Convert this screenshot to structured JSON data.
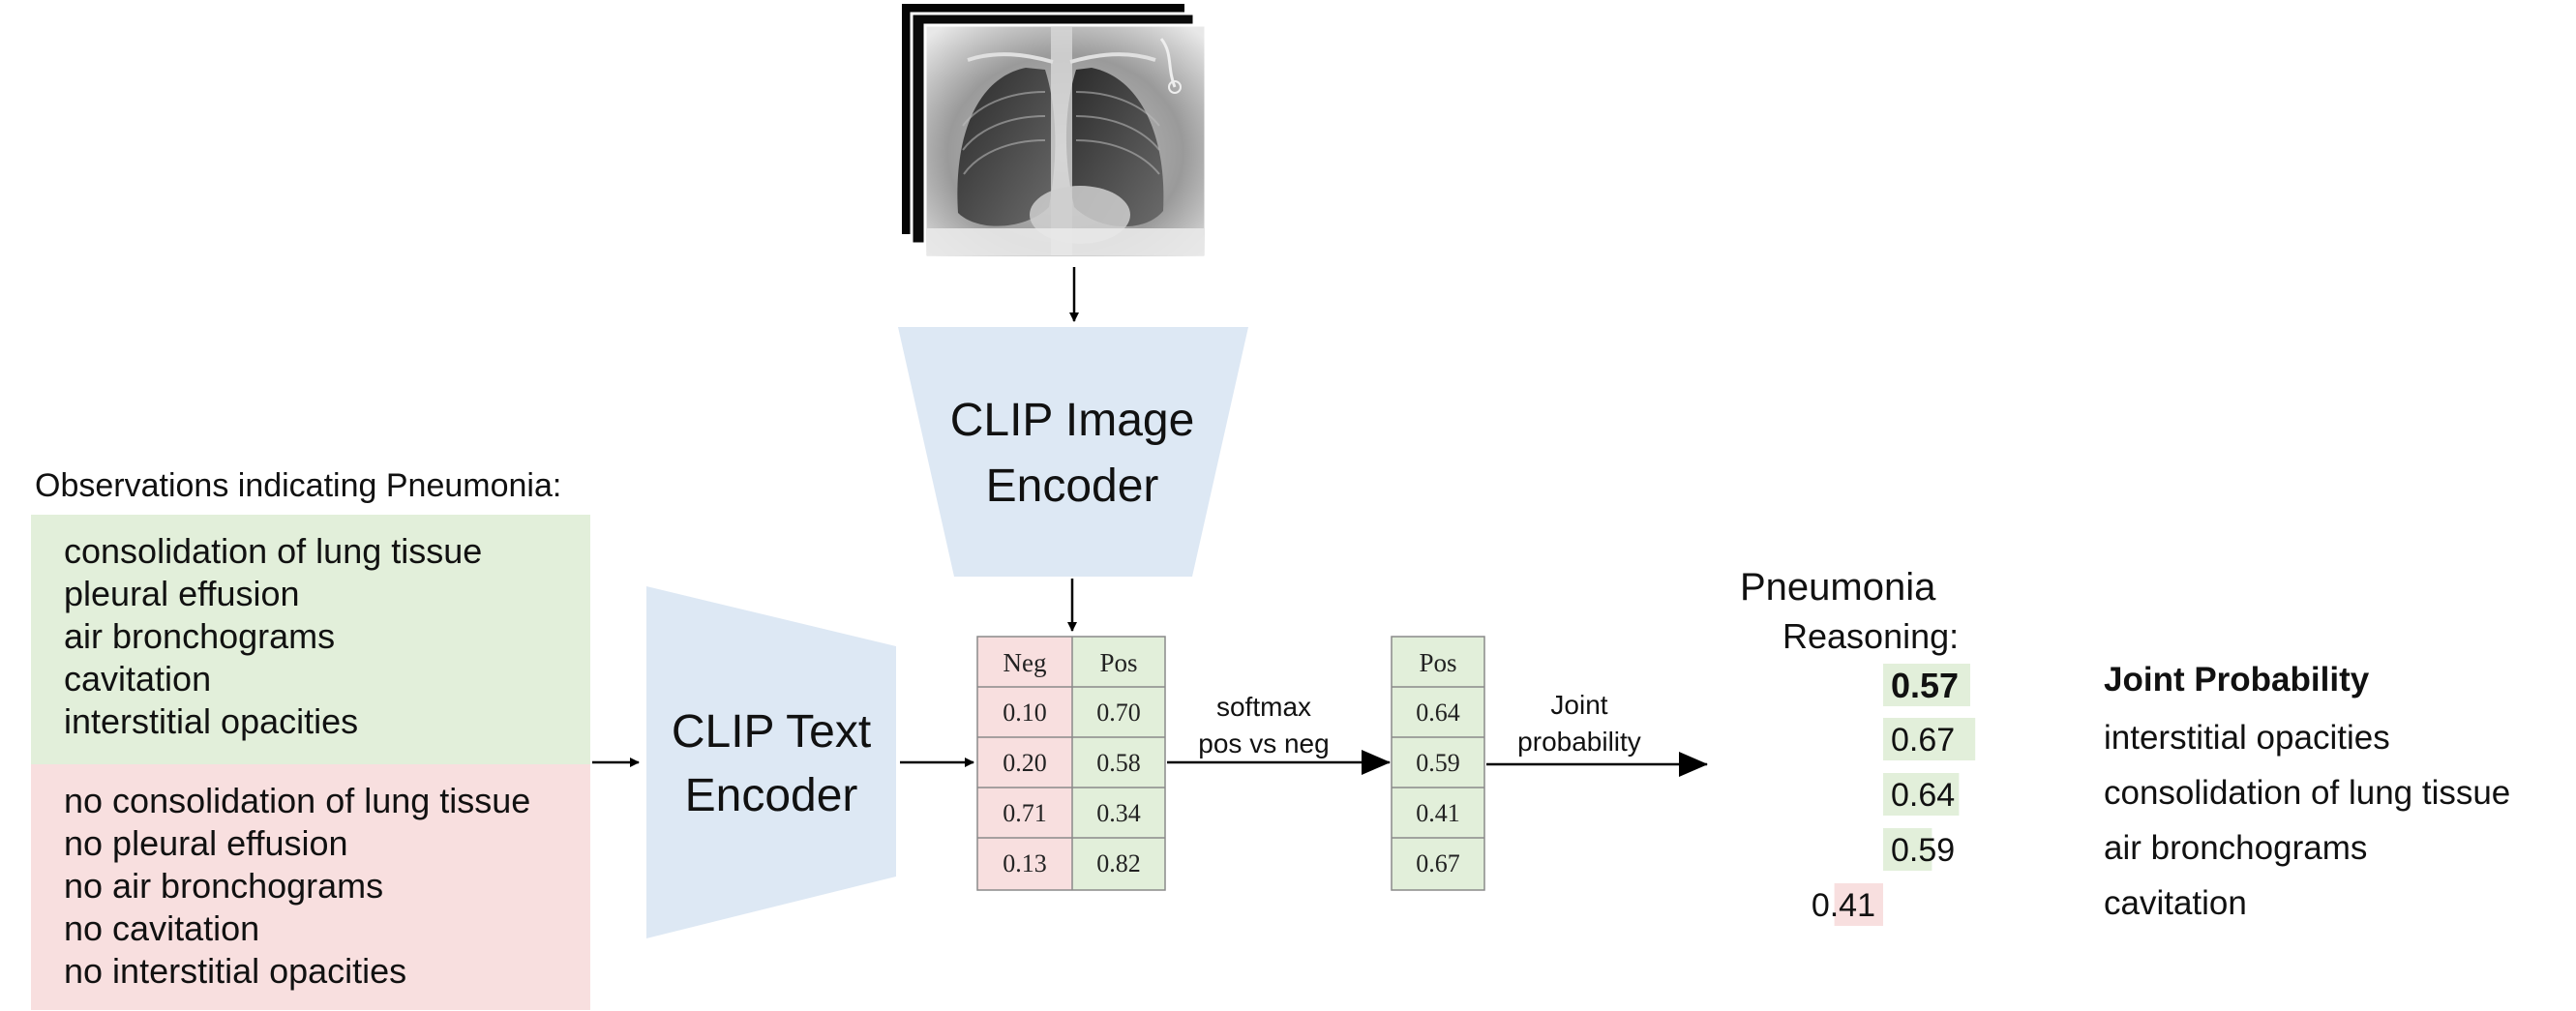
{
  "observations": {
    "title": "Observations indicating Pneumonia:",
    "positive": [
      "consolidation of lung tissue",
      "pleural effusion",
      "air bronchograms",
      "cavitation",
      "interstitial opacities"
    ],
    "negative": [
      "no consolidation of lung tissue",
      "no pleural effusion",
      "no air bronchograms",
      "no cavitation",
      "no interstitial opacities"
    ]
  },
  "text_encoder": {
    "line1": "CLIP Text",
    "line2": "Encoder"
  },
  "image_encoder": {
    "line1": "CLIP Image",
    "line2": "Encoder"
  },
  "sim_table": {
    "header_neg": "Neg",
    "header_pos": "Pos",
    "rows": [
      {
        "neg": "0.10",
        "pos": "0.70"
      },
      {
        "neg": "0.20",
        "pos": "0.58"
      },
      {
        "neg": "0.71",
        "pos": "0.34"
      },
      {
        "neg": "0.13",
        "pos": "0.82"
      }
    ]
  },
  "softmax_label": {
    "line1": "softmax",
    "line2": "pos vs neg"
  },
  "prob_table": {
    "header": "Pos",
    "values": [
      "0.64",
      "0.59",
      "0.41",
      "0.67"
    ]
  },
  "joint_label": {
    "line1": "Joint",
    "line2": "probability"
  },
  "result": {
    "title": "Pneumonia",
    "subtitle": "Reasoning:",
    "joint_value": "0.57",
    "joint_label": "Joint Probability",
    "items": [
      {
        "value": "0.67",
        "label": "interstitial opacities",
        "magnitude": 0.67
      },
      {
        "value": "0.64",
        "label": "consolidation of lung tissue",
        "magnitude": 0.64
      },
      {
        "value": "0.59",
        "label": "air bronchograms",
        "magnitude": 0.59
      },
      {
        "value": "0.41",
        "label": "cavitation",
        "magnitude": 0.41
      }
    ]
  },
  "colors": {
    "positive_fill": "#e2efda",
    "negative_fill": "#f8dfdf",
    "encoder_fill": "#dde8f4",
    "line": "#000000",
    "table_border": "#8a8a8a"
  }
}
